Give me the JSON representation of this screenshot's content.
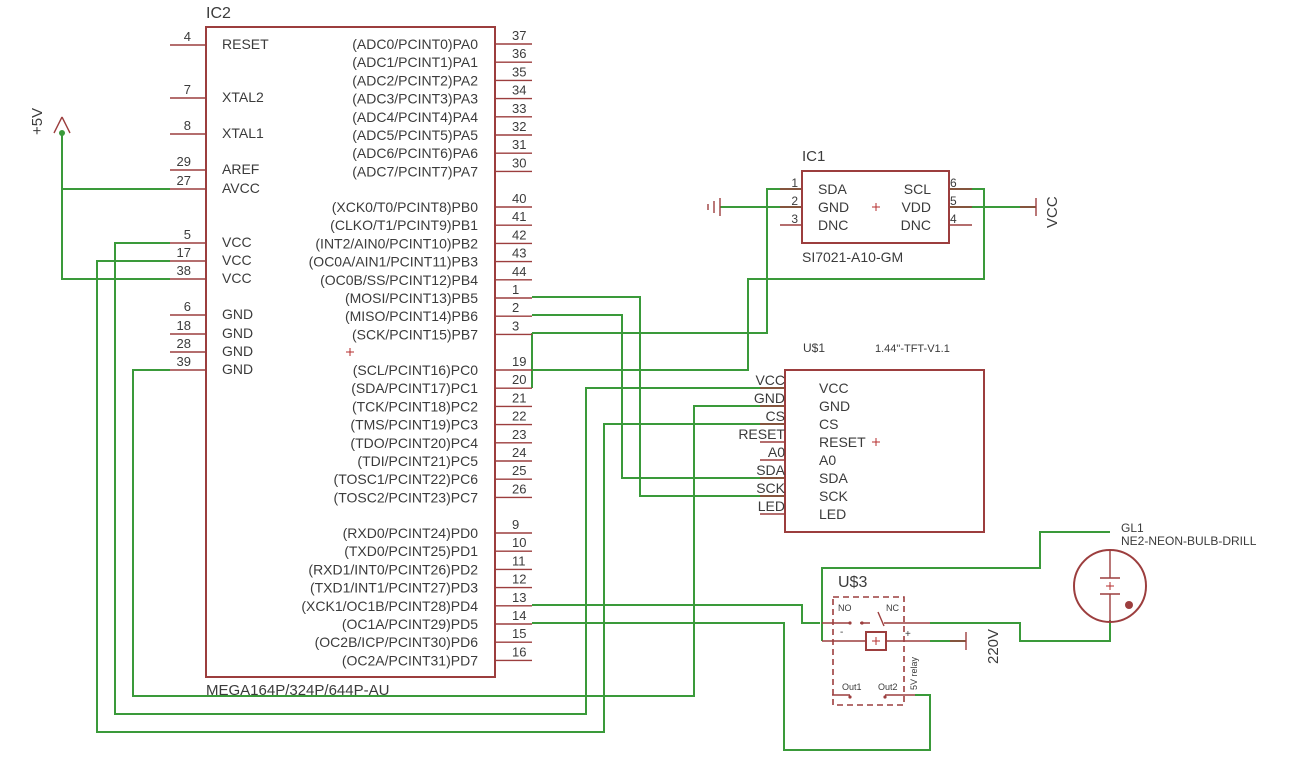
{
  "ic2": {
    "ref": "IC2",
    "value": "MEGA164P/324P/644P-AU",
    "left_pins": [
      {
        "num": "4",
        "name": "RESET"
      },
      {
        "num": "7",
        "name": "XTAL2"
      },
      {
        "num": "8",
        "name": "XTAL1"
      },
      {
        "num": "29",
        "name": "AREF"
      },
      {
        "num": "27",
        "name": "AVCC"
      },
      {
        "num": "5",
        "name": "VCC"
      },
      {
        "num": "17",
        "name": "VCC"
      },
      {
        "num": "38",
        "name": "VCC"
      },
      {
        "num": "6",
        "name": "GND"
      },
      {
        "num": "18",
        "name": "GND"
      },
      {
        "num": "28",
        "name": "GND"
      },
      {
        "num": "39",
        "name": "GND"
      }
    ],
    "right_pins": [
      {
        "num": "37",
        "name": "(ADC0/PCINT0)PA0"
      },
      {
        "num": "36",
        "name": "(ADC1/PCINT1)PA1"
      },
      {
        "num": "35",
        "name": "(ADC2/PCINT2)PA2"
      },
      {
        "num": "34",
        "name": "(ADC3/PCINT3)PA3"
      },
      {
        "num": "33",
        "name": "(ADC4/PCINT4)PA4"
      },
      {
        "num": "32",
        "name": "(ADC5/PCINT5)PA5"
      },
      {
        "num": "31",
        "name": "(ADC6/PCINT6)PA6"
      },
      {
        "num": "30",
        "name": "(ADC7/PCINT7)PA7"
      },
      {
        "num": "40",
        "name": "(XCK0/T0/PCINT8)PB0"
      },
      {
        "num": "41",
        "name": "(CLKO/T1/PCINT9)PB1"
      },
      {
        "num": "42",
        "name": "(INT2/AIN0/PCINT10)PB2"
      },
      {
        "num": "43",
        "name": "(OC0A/AIN1/PCINT11)PB3"
      },
      {
        "num": "44",
        "name": "(OC0B/SS/PCINT12)PB4"
      },
      {
        "num": "1",
        "name": "(MOSI/PCINT13)PB5"
      },
      {
        "num": "2",
        "name": "(MISO/PCINT14)PB6"
      },
      {
        "num": "3",
        "name": "(SCK/PCINT15)PB7"
      },
      {
        "num": "19",
        "name": "(SCL/PCINT16)PC0"
      },
      {
        "num": "20",
        "name": "(SDA/PCINT17)PC1"
      },
      {
        "num": "21",
        "name": "(TCK/PCINT18)PC2"
      },
      {
        "num": "22",
        "name": "(TMS/PCINT19)PC3"
      },
      {
        "num": "23",
        "name": "(TDO/PCINT20)PC4"
      },
      {
        "num": "24",
        "name": "(TDI/PCINT21)PC5"
      },
      {
        "num": "25",
        "name": "(TOSC1/PCINT22)PC6"
      },
      {
        "num": "26",
        "name": "(TOSC2/PCINT23)PC7"
      },
      {
        "num": "9",
        "name": "(RXD0/PCINT24)PD0"
      },
      {
        "num": "10",
        "name": "(TXD0/PCINT25)PD1"
      },
      {
        "num": "11",
        "name": "(RXD1/INT0/PCINT26)PD2"
      },
      {
        "num": "12",
        "name": "(TXD1/INT1/PCINT27)PD3"
      },
      {
        "num": "13",
        "name": "(XCK1/OC1B/PCINT28)PD4"
      },
      {
        "num": "14",
        "name": "(OC1A/PCINT29)PD5"
      },
      {
        "num": "15",
        "name": "(OC2B/ICP/PCINT30)PD6"
      },
      {
        "num": "16",
        "name": "(OC2A/PCINT31)PD7"
      }
    ]
  },
  "ic1": {
    "ref": "IC1",
    "value": "SI7021-A10-GM",
    "left_pins": [
      {
        "num": "1",
        "name": "SDA"
      },
      {
        "num": "2",
        "name": "GND"
      },
      {
        "num": "3",
        "name": "DNC"
      }
    ],
    "right_pins": [
      {
        "num": "6",
        "name": "SCL"
      },
      {
        "num": "5",
        "name": "VDD"
      },
      {
        "num": "4",
        "name": "DNC"
      }
    ]
  },
  "tft": {
    "ref": "U$1",
    "value": "1.44\"-TFT-V1.1",
    "pins": [
      {
        "name": "VCC",
        "label": "VCC"
      },
      {
        "name": "GND",
        "label": "GND"
      },
      {
        "name": "CS",
        "label": "CS"
      },
      {
        "name": "RESET",
        "label": "RESET"
      },
      {
        "name": "A0",
        "label": "A0"
      },
      {
        "name": "SDA",
        "label": "SDA"
      },
      {
        "name": "SCK",
        "label": "SCK"
      },
      {
        "name": "LED",
        "label": "LED"
      }
    ]
  },
  "relay": {
    "ref": "U$3",
    "no": "NO",
    "nc": "NC",
    "minus": "-",
    "plus": "+",
    "out1": "Out1",
    "out2": "Out2",
    "vertical": "5V relay"
  },
  "neon": {
    "ref": "GL1",
    "value": "NE2-NEON-BULB-DRILL"
  },
  "supplies": {
    "plus5v": "+5V",
    "vcc": "VCC",
    "ac": "220V"
  },
  "colors": {
    "symbol": "#9c3e3e",
    "wire": "#3a9a3a",
    "text": "#3b3b3b",
    "origin_mark": "#b52e2e"
  }
}
